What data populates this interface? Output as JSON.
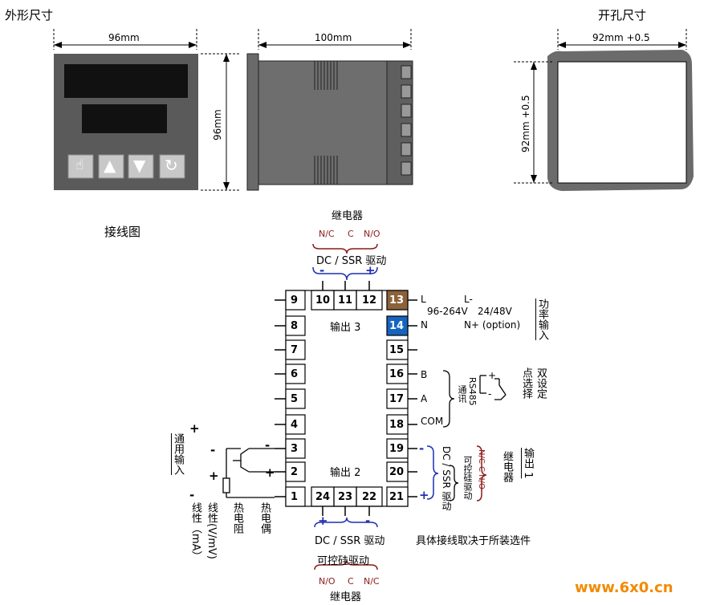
{
  "sections": {
    "outline_title": "外形尺寸",
    "cutout_title": "开孔尺寸",
    "wiring_title": "接线图"
  },
  "dimensions": {
    "front_width": "96mm",
    "front_height": "96mm",
    "depth": "100mm",
    "cutout_width": "92mm +0.5",
    "cutout_height": "92mm +0.5"
  },
  "keys": [
    "hand-icon",
    "up-arrow-icon",
    "down-arrow-icon",
    "cycle-icon"
  ],
  "terminals": {
    "left": [
      "9",
      "8",
      "7",
      "6",
      "5",
      "4",
      "3",
      "2",
      "1"
    ],
    "top": [
      "10",
      "11",
      "12"
    ],
    "bottom": [
      "24",
      "23",
      "22"
    ],
    "right": [
      "13",
      "14",
      "15",
      "16",
      "17",
      "18",
      "19",
      "20",
      "21"
    ]
  },
  "labels": {
    "output3": "输出 3",
    "output2": "输出 2",
    "top_relay": "继电器",
    "top_relay_pins": [
      "N/C",
      "C",
      "N/O"
    ],
    "top_drive": "DC / SSR 驱动",
    "top_minus": "-",
    "top_plus": "+",
    "bottom_drive": "DC / SSR 驱动",
    "bottom_scr": "可控硅驱动",
    "bottom_relay_pins": [
      "N/O",
      "C",
      "N/C"
    ],
    "bottom_relay": "继电器",
    "bottom_plus": "+",
    "bottom_minus": "-",
    "L": "L",
    "N": "N",
    "L_minus": "L-",
    "N_plus": "N+  (option)",
    "v_ac": "96-264V",
    "v_dc": "24/48V",
    "power_input": "功率输入",
    "B": "B",
    "A": "A",
    "COM": "COM",
    "rs485": "RS485",
    "comm": "通讯",
    "dual_set": "双设定",
    "point_select": "点选择",
    "sw_plus": "+",
    "sw_minus": "-",
    "out1": "输出 1",
    "relay1": "继电器",
    "relay1_pins": "N/C  C  N/O",
    "drive1": "DC / SSR 驱动",
    "scr1": "可控硅驱动",
    "r_minus": "-",
    "r_plus": "+",
    "universal_input": "通用输入",
    "in_plus_top": "+",
    "in_minus": "-",
    "in_plus": "+",
    "in_minus_bottom": "-",
    "tc_plus": "+",
    "tc_minus": "-",
    "thermocouple": "热电偶",
    "rtd": "热电阻",
    "linear_v": "线性(V/mV)",
    "linear_ma": "线性（mA）",
    "note": "具体接线取决于所装选件"
  },
  "watermark": "www.6x0.cn",
  "colors": {
    "red": "#8b1a1a",
    "blue": "#1f2fb0",
    "t13": "#8c6239",
    "t14": "#1565c0",
    "panel": "#555555",
    "watermark": "#f28a00"
  }
}
